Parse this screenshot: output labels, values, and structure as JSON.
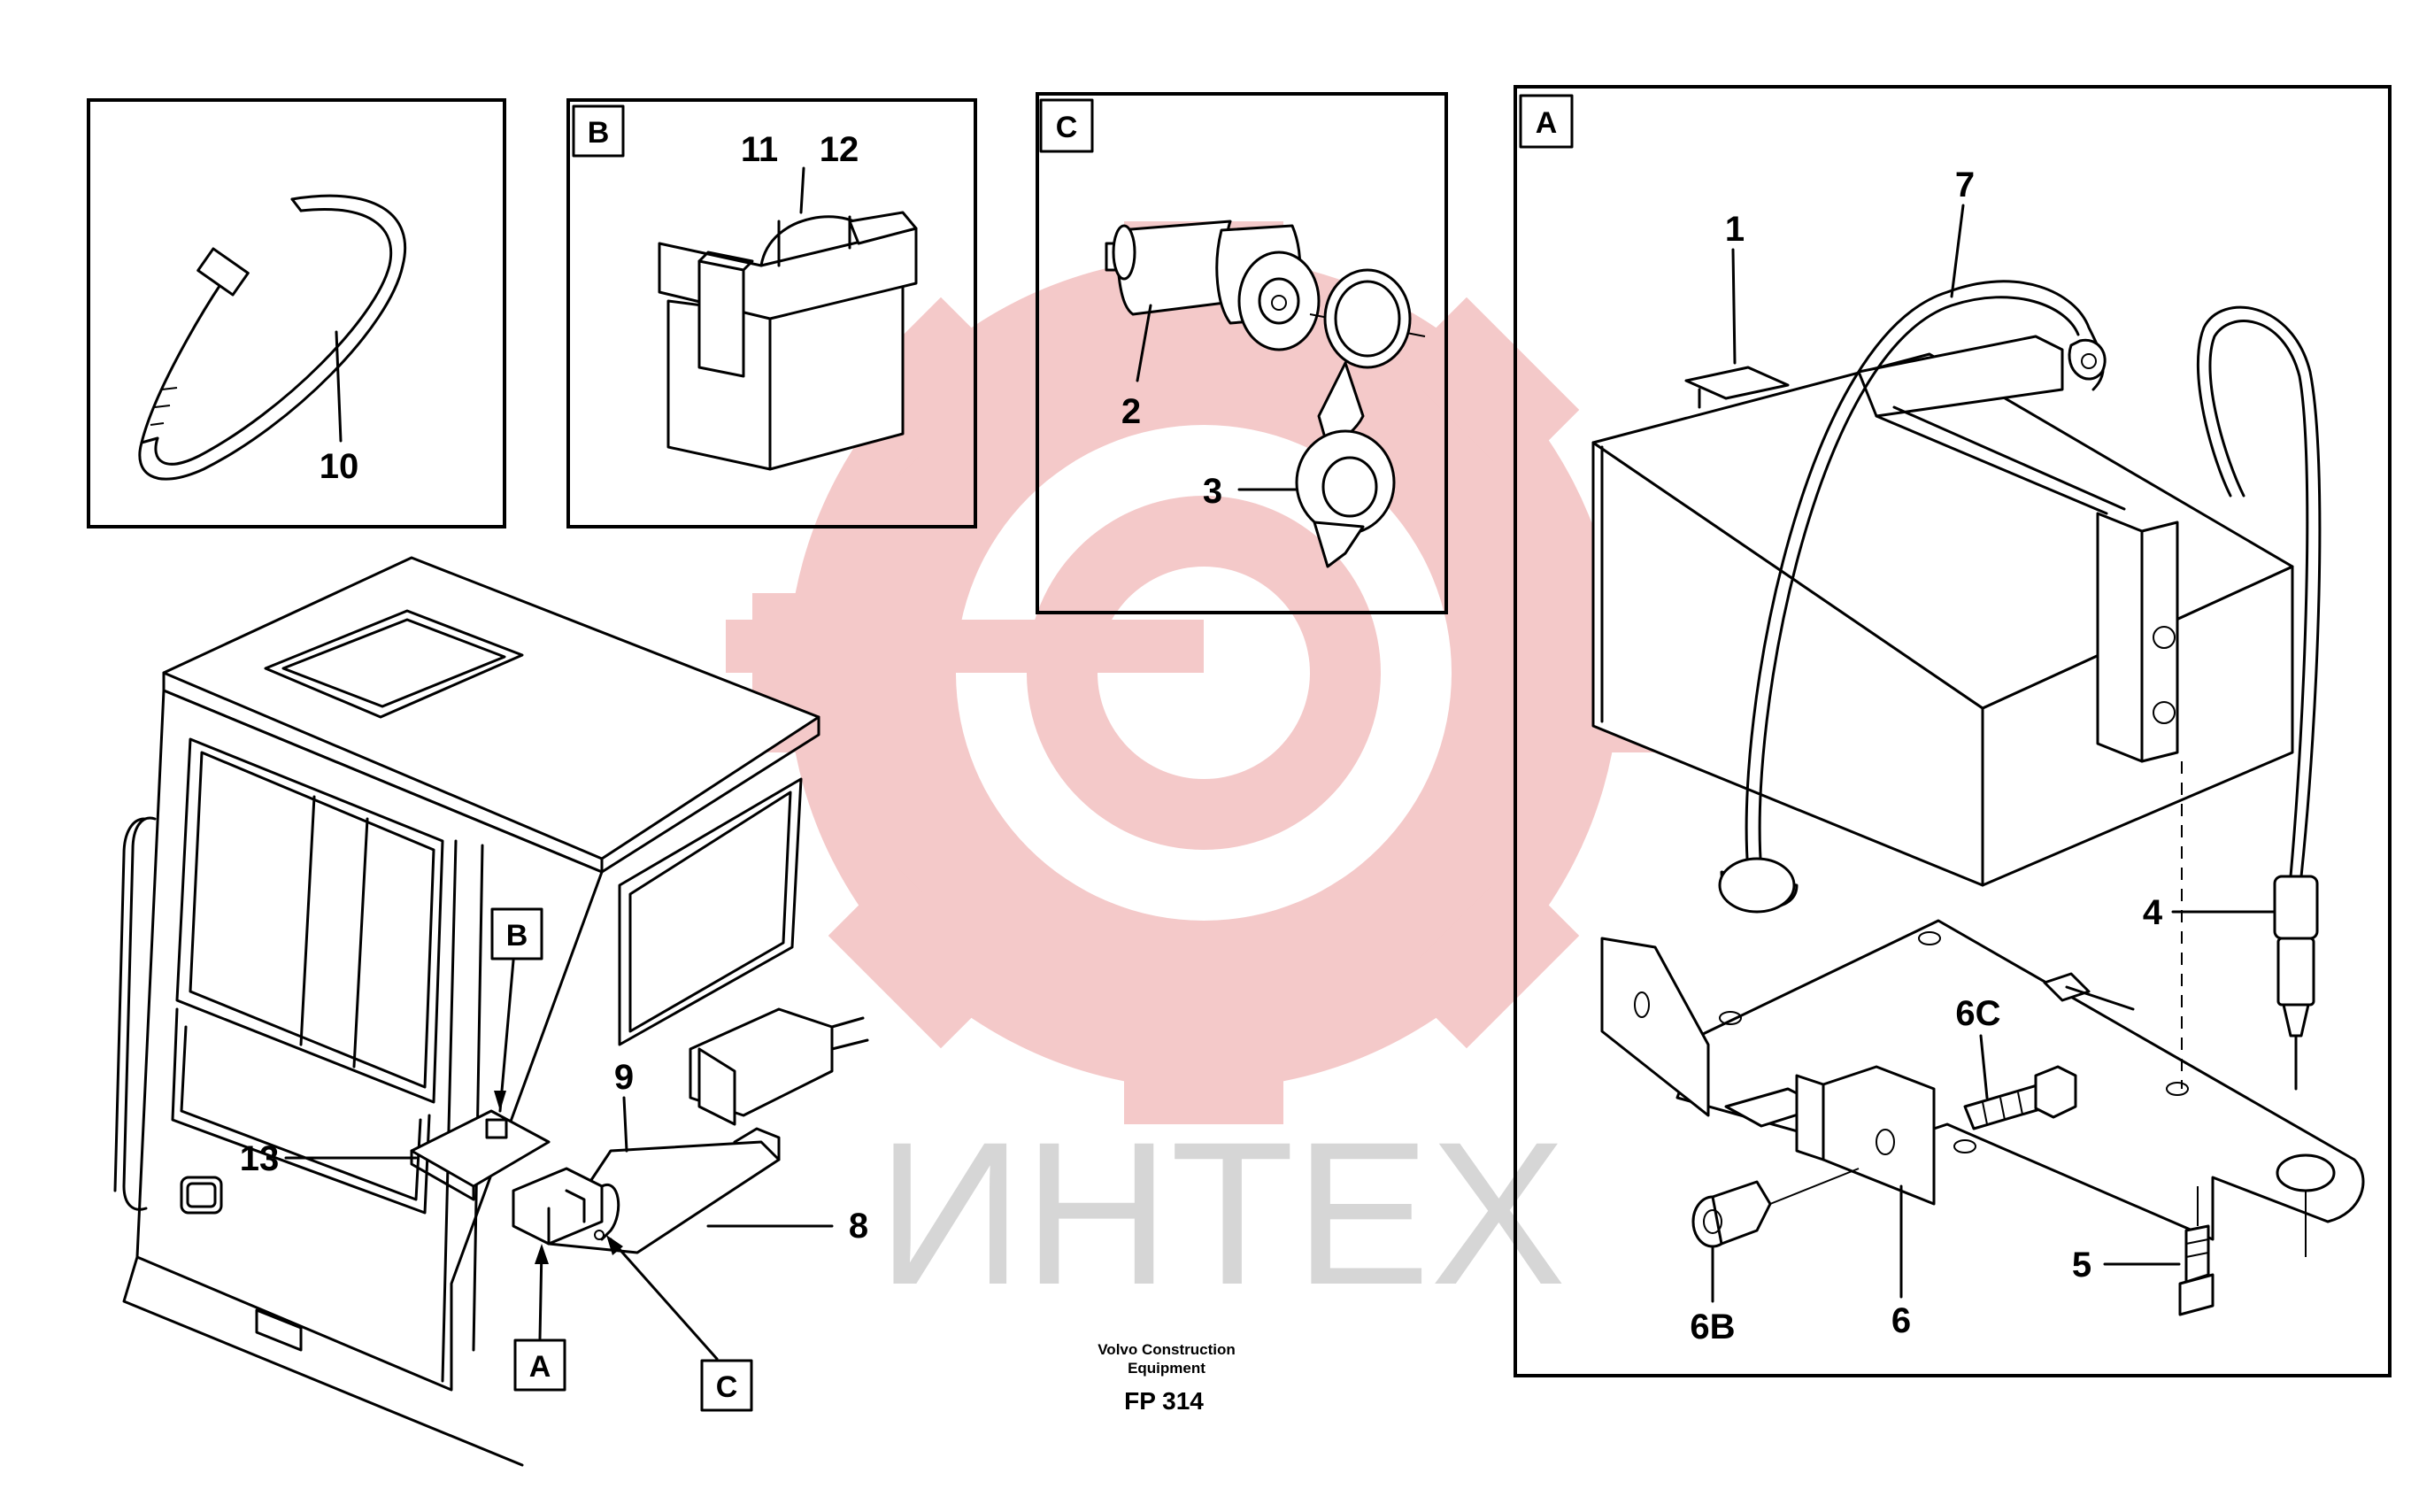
{
  "watermark": {
    "text": "ИНТЕХ",
    "gear_color": "#f3c4c4",
    "text_color": "#d6d6d6"
  },
  "caption": {
    "line1": "Volvo Construction",
    "line2": "Equipment",
    "code": "FP 314"
  },
  "panels": {
    "tie": {
      "callouts": {
        "p10": "10"
      }
    },
    "b": {
      "letter": "B",
      "callouts": {
        "p11": "11",
        "p12": "12"
      }
    },
    "c": {
      "letter": "C",
      "callouts": {
        "p2": "2",
        "p3": "3"
      }
    },
    "a": {
      "letter": "A",
      "callouts": {
        "p1": "1",
        "p7": "7",
        "p4": "4",
        "p6c": "6C",
        "p5": "5",
        "p6b": "6B",
        "p6": "6"
      }
    }
  },
  "cab": {
    "callouts": {
      "p9": "9",
      "p13": "13",
      "p8": "8"
    },
    "ref_b": "B",
    "ref_a": "A",
    "ref_c": "C"
  }
}
